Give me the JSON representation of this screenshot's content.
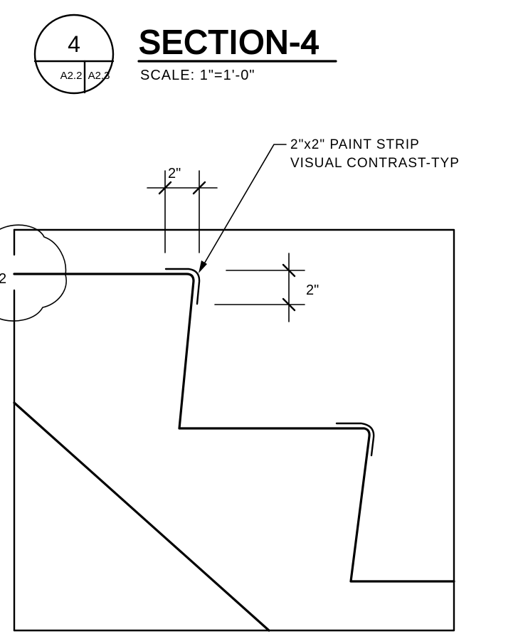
{
  "title_block": {
    "section_number": "4",
    "sheet_left": "A2.2",
    "sheet_right": "A2.3",
    "title": "SECTION-4",
    "scale": "SCALE:  1\"=1'-0\""
  },
  "note": {
    "line1": "2\"x2\"  PAINT  STRIP",
    "line2": "VISUAL  CONTRAST-TYP"
  },
  "dimensions": {
    "horizontal": "2\"",
    "vertical": "2\""
  },
  "edge_tag": "2"
}
